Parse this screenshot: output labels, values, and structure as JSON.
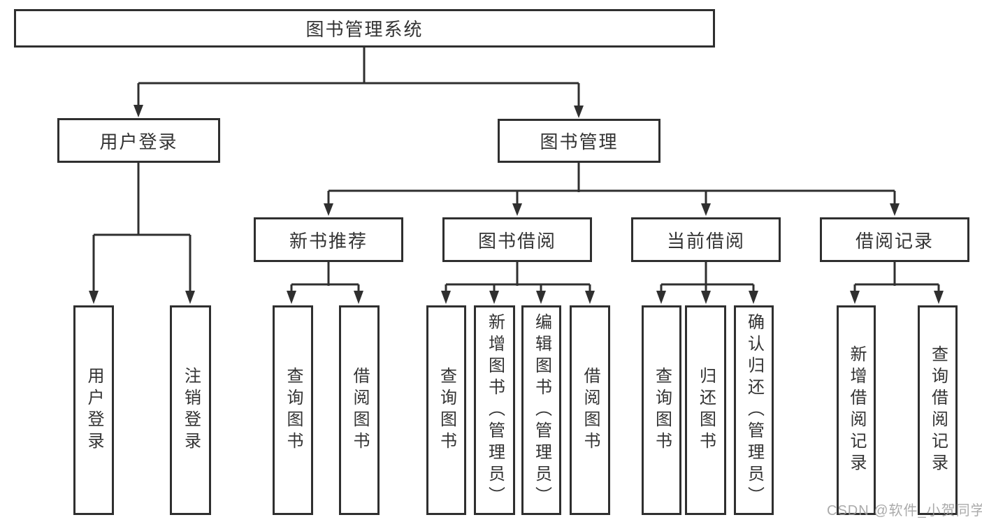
{
  "colors": {
    "line": "#2f2f2f",
    "text": "#333333",
    "watermark": "#9c9c9c",
    "canvas_bg": "#ffffff"
  },
  "watermark": "CSDN @软件_小贺同学",
  "nodes": {
    "root": "图书管理系统",
    "user_login": "用户登录",
    "book_management": "图书管理",
    "new_book_recommend": "新书推荐",
    "book_borrow": "图书借阅",
    "current_borrow": "当前借阅",
    "borrow_record": "借阅记录",
    "ul_user_login": "用户登录",
    "ul_logout": "注销登录",
    "nb_query_book": "查询图书",
    "nb_borrow_book": "借阅图书",
    "bb_query_book": "查询图书",
    "bb_add_book": "新增图书（管理员）",
    "bb_edit_book": "编辑图书（管理员）",
    "bb_borrow_book": "借阅图书",
    "cb_query_book": "查询图书",
    "cb_return_book": "归还图书",
    "cb_confirm_return": "确认归还（管理员）",
    "br_add_record": "新增借阅记录",
    "br_query_record": "查询借阅记录"
  }
}
